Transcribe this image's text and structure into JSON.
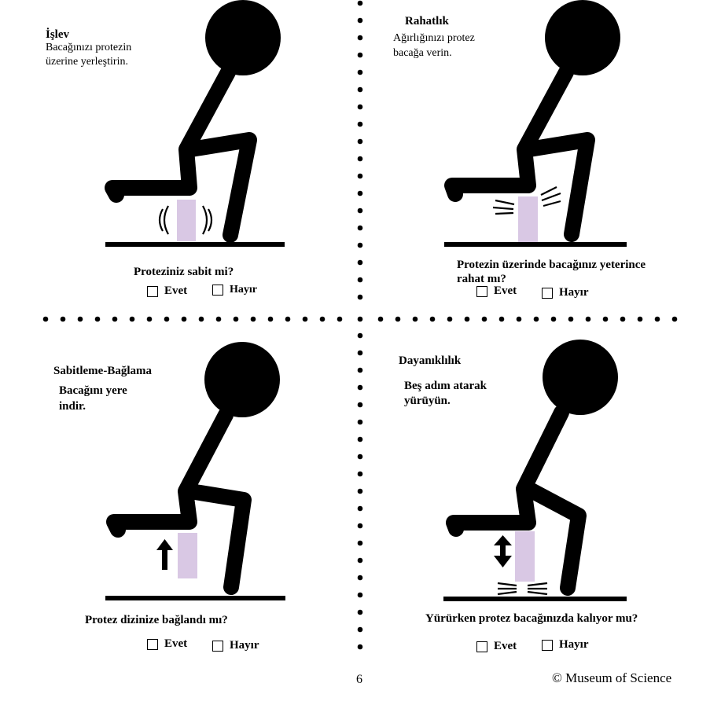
{
  "panels": {
    "islev": {
      "title": "İşlev",
      "instruction_line1": "Bacağınızı protezin",
      "instruction_line2": "üzerine yerleştirin.",
      "question": "Proteziniz sabit mi?",
      "yes": "Evet",
      "no": "Hayır"
    },
    "rahatlik": {
      "title": "Rahatlık",
      "instruction_line1": "Ağırlığınızı protez",
      "instruction_line2": "bacağa verin.",
      "question_line1": "Protezin üzerinde bacağınız yeterince",
      "question_line2": "rahat mı?",
      "yes": "Evet",
      "no": "Hayır"
    },
    "sabitleme": {
      "title": "Sabitleme-Bağlama",
      "instruction_line1": "Bacağını yere",
      "instruction_line2": "indir.",
      "question": "Protez dizinize bağlandı mı?",
      "yes": "Evet",
      "no": "Hayır"
    },
    "dayaniklilik": {
      "title": "Dayanıklılık",
      "instruction_line1": "Beş adım atarak",
      "instruction_line2": "yürüyün.",
      "question": "Yürürken protez bacağınızda kalıyor mu?",
      "yes": "Evet",
      "no": "Hayır"
    }
  },
  "footer": {
    "page_number": "6",
    "copyright": "© Museum of Science"
  },
  "colors": {
    "figure": "#000000",
    "prosthesis": "#d9c8e4"
  }
}
